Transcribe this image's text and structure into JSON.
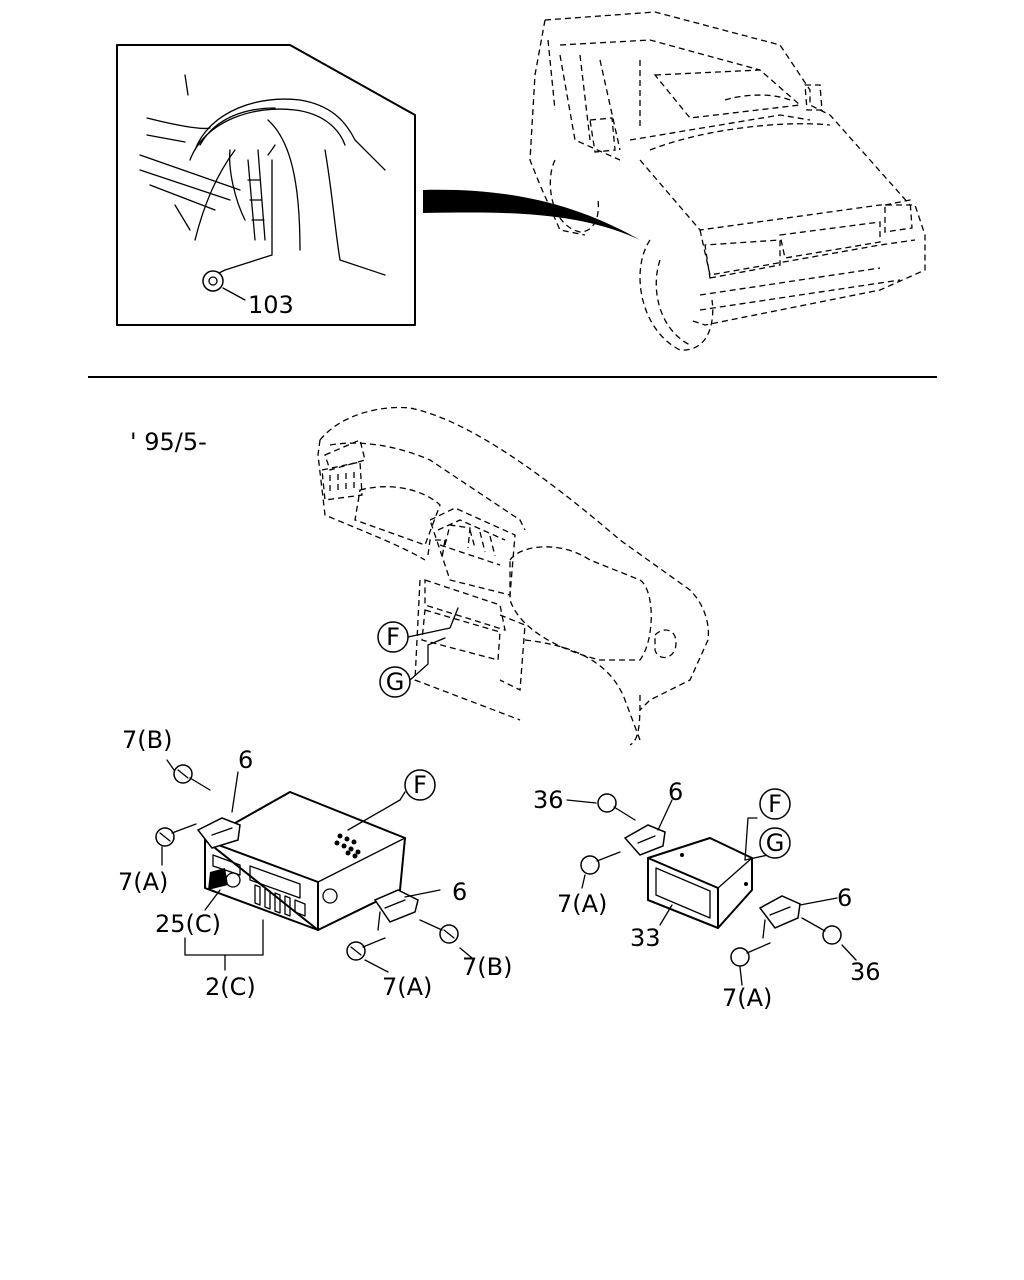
{
  "header": {
    "date_code": "' 95/5-"
  },
  "callouts": {
    "part_103": "103",
    "part_6_a": "6",
    "part_6_b": "6",
    "part_6_c": "6",
    "part_6_d": "6",
    "part_7b_a": "7(B)",
    "part_7b_b": "7(B)",
    "part_7a_a": "7(A)",
    "part_7a_b": "7(A)",
    "part_7a_c": "7(A)",
    "part_7a_d": "7(A)",
    "part_25c": "25(C)",
    "part_2c": "2(C)",
    "part_36_a": "36",
    "part_36_b": "36",
    "part_33": "33",
    "ref_f_dash": "F",
    "ref_g_dash": "G",
    "ref_f_radio": "F",
    "ref_f_pocket": "F",
    "ref_g_pocket": "G"
  },
  "icons": [
    "vehicle-illustration",
    "wheel-arch-detail",
    "dashboard-illustration",
    "radio-unit",
    "pocket-unit",
    "screw-icon",
    "bracket-icon",
    "grommet-icon"
  ]
}
